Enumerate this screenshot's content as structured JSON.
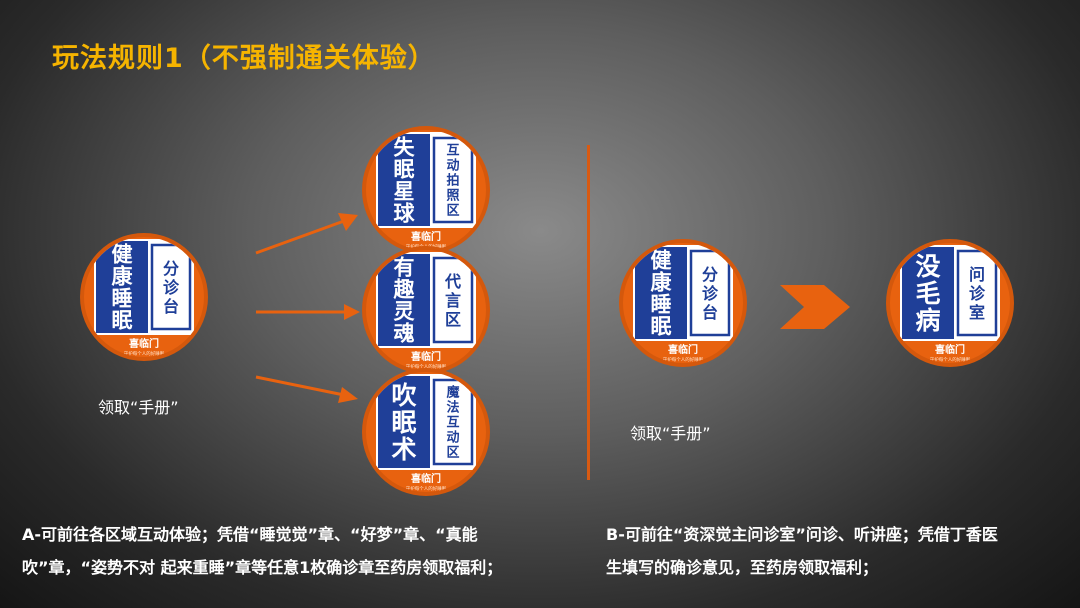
{
  "title": "玩法规则1（不强制通关体验）",
  "colors": {
    "title": "#f6b400",
    "orange": "#e8620f",
    "navy": "#1f3f98",
    "arrow": "#e8620f"
  },
  "stamps": {
    "left_start": {
      "big": [
        "健",
        "康",
        "睡",
        "眠"
      ],
      "side": [
        "分",
        "诊",
        "台"
      ],
      "brand": "喜临门",
      "small": "守护每个人的好睡眠"
    },
    "top": {
      "big": [
        "失",
        "眠",
        "星",
        "球"
      ],
      "side": [
        "互",
        "动",
        "拍",
        "照",
        "区"
      ],
      "brand": "喜临门",
      "small": "守护每个人的好睡眠"
    },
    "middle": {
      "big": [
        "有",
        "趣",
        "灵",
        "魂"
      ],
      "side": [
        "代",
        "言",
        "区"
      ],
      "brand": "喜临门",
      "small": "守护每个人的好睡眠"
    },
    "bottom": {
      "big": [
        "吹",
        "眠",
        "术"
      ],
      "side": [
        "魔",
        "法",
        "互",
        "动",
        "区"
      ],
      "brand": "喜临门",
      "small": "守护每个人的好睡眠"
    },
    "right_start": {
      "big": [
        "健",
        "康",
        "睡",
        "眠"
      ],
      "side": [
        "分",
        "诊",
        "台"
      ],
      "brand": "喜临门",
      "small": "守护每个人的好睡眠"
    },
    "right_end": {
      "big": [
        "没",
        "毛",
        "病"
      ],
      "side": [
        "问",
        "诊",
        "室"
      ],
      "brand": "喜临门",
      "small": "守护每个人的好睡眠"
    }
  },
  "captions": {
    "left": "领取“手册”",
    "right": "领取“手册”"
  },
  "rules": {
    "a_line1": "A-可前往各区域互动体验；凭借“睡觉觉”章、“好梦”章、“真能",
    "a_line2": "吹”章，“姿势不对 起来重睡”章等任意1枚确诊章至药房领取福利；",
    "b_line1": "B-可前往“资深觉主问诊室”问诊、听讲座；凭借丁香医",
    "b_line2": "生填写的确诊意见，至药房领取福利；"
  }
}
